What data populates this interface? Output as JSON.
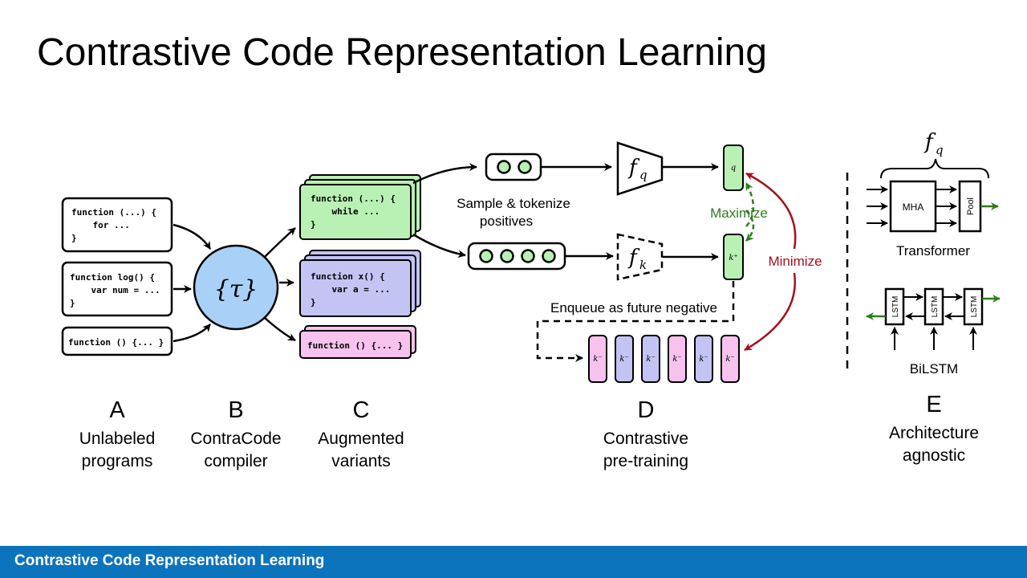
{
  "title": "Contrastive Code Representation Learning",
  "footer_title": "Contrastive Code Representation Learning",
  "programs": [
    {
      "line1": "function (...) {",
      "line2": "    for ...",
      "line3": "}"
    },
    {
      "line1": "function log() {",
      "line2": "    var num = ...",
      "line3": "}"
    },
    {
      "line1": "function () {... }"
    }
  ],
  "compiler_symbol": "{τ}",
  "variants": [
    {
      "line1": "function (...) {",
      "line2": "    while ...",
      "line3": "}",
      "color": "#b9f0b3"
    },
    {
      "line1": "function x() {",
      "line2": "    var a = ...",
      "line3": "}",
      "color": "#c3c3f4"
    },
    {
      "line1": "function () {... }",
      "color": "#f7c2ee"
    }
  ],
  "labels": {
    "sample_line1": "Sample & tokenize",
    "sample_line2": "positives",
    "maximize": "Maximize",
    "minimize": "Minimize",
    "enqueue": "Enqueue as future negative",
    "fq": "f",
    "fq_sub": "q",
    "fk": "f",
    "fk_sub": "k",
    "q": "q",
    "k_plus": "k⁺",
    "k_minus": "k⁻"
  },
  "queue_colors": [
    "#f7c2ee",
    "#c3c3f4",
    "#c3c3f4",
    "#f7c2ee",
    "#c3c3f4",
    "#f7c2ee"
  ],
  "architecture": {
    "fq_label": "f",
    "fq_sub": "q",
    "mha": "MHA",
    "pool": "Pool",
    "transformer": "Transformer",
    "lstm": "LSTM",
    "bilstm": "BiLSTM"
  },
  "captions": [
    {
      "letter": "A",
      "line1": "Unlabeled",
      "line2": "programs"
    },
    {
      "letter": "B",
      "line1": "ContraCode",
      "line2": "compiler"
    },
    {
      "letter": "C",
      "line1": "Augmented",
      "line2": "variants"
    },
    {
      "letter": "D",
      "line1": "Contrastive",
      "line2": "pre-training"
    },
    {
      "letter": "E",
      "line1": "Architecture",
      "line2": "agnostic"
    }
  ],
  "colors": {
    "green": "#b9f0b3",
    "blue": "#c3c3f4",
    "pink": "#f7c2ee",
    "compiler_fill": "#a9d0f7",
    "maximize": "#2e7d1e",
    "minimize": "#a3121d",
    "footer": "#0c73bd"
  }
}
